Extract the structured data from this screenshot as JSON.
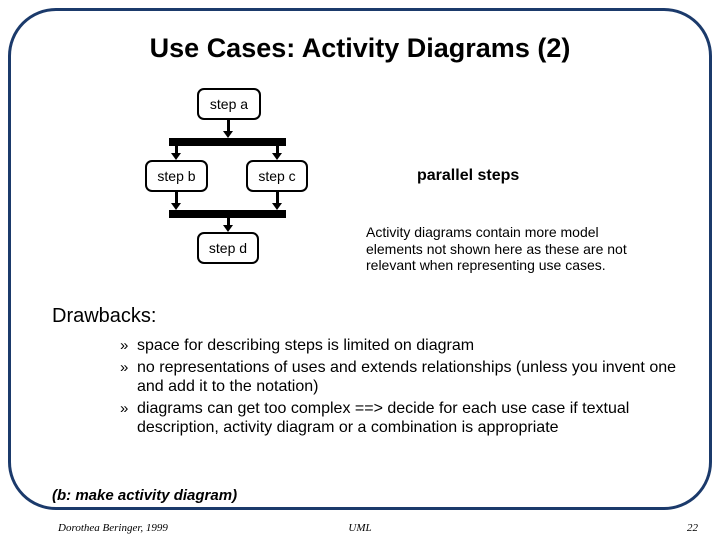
{
  "slide": {
    "title": "Use Cases: Activity Diagrams (2)",
    "border_color": "#1b3a6b"
  },
  "diagram": {
    "name": "activity-diagram",
    "steps": [
      {
        "id": "a",
        "label": "step a"
      },
      {
        "id": "b",
        "label": "step b"
      },
      {
        "id": "c",
        "label": "step c"
      },
      {
        "id": "d",
        "label": "step d"
      }
    ],
    "bars": [
      {
        "id": "fork",
        "type": "fork-bar"
      },
      {
        "id": "join",
        "type": "join-bar"
      }
    ],
    "annotation": "parallel steps"
  },
  "note": {
    "text": "Activity diagrams contain more model elements not shown here as these are not relevant when representing use cases."
  },
  "drawbacks": {
    "heading": "Drawbacks:",
    "marker": "»",
    "items": [
      "space for describing steps is limited on diagram",
      "no representations of uses and extends relationships (unless you invent one and add it to the notation)",
      "diagrams can get too complex  ==> decide for each use case if textual description, activity diagram or a combination is appropriate"
    ]
  },
  "sub_note": "(b: make activity diagram)",
  "footer": {
    "author": "Dorothea Beringer, 1999",
    "center": "UML",
    "page": "22"
  }
}
